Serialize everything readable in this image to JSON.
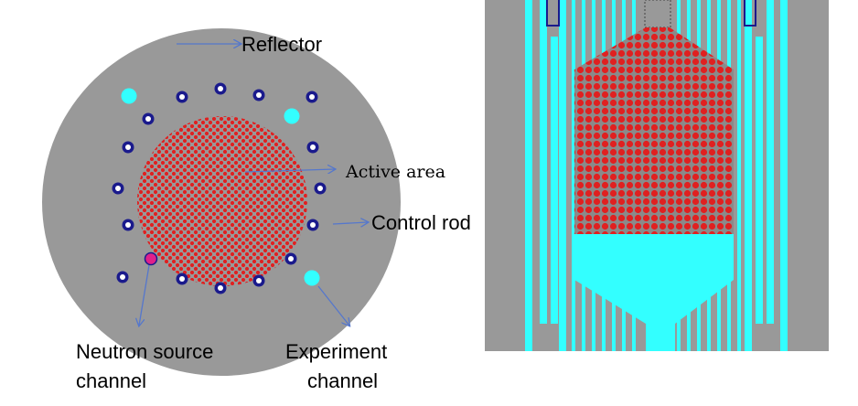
{
  "labels": {
    "reflector": "Reflector",
    "active_area": "Active area",
    "control_rod": "Control rod",
    "neutron_source": [
      "Neutron source",
      "channel"
    ],
    "experiment": [
      "Experiment",
      "channel"
    ]
  },
  "colors": {
    "reflector_gray": "#999999",
    "fuel_red": "#e02020",
    "rod_ring": "#1a1a8c",
    "cyan": "#33ffff",
    "neutron_source": "#e0208a",
    "arrow": "#5577cc"
  }
}
